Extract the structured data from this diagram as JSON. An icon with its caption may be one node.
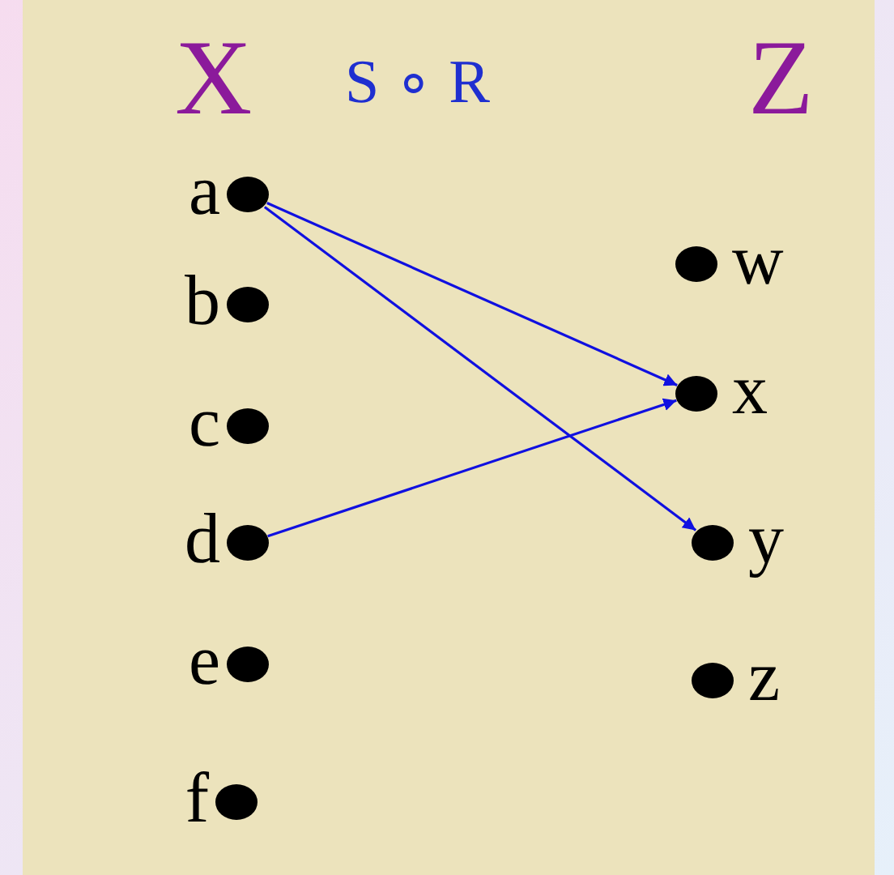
{
  "diagram": {
    "nodes": [
      {
        "text": [],
        "shape": "circle",
        "beside": [
          "a"
        ]
      },
      {
        "text": [],
        "shape": "circle",
        "beside": [
          "b"
        ]
      },
      {
        "text": [],
        "shape": "circle",
        "beside": [
          "c"
        ]
      },
      {
        "text": [],
        "shape": "circle",
        "beside": [
          "d"
        ]
      },
      {
        "text": [],
        "shape": "circle",
        "beside": [
          "e"
        ]
      },
      {
        "text": [],
        "shape": "circle",
        "beside": [
          "f"
        ]
      },
      {
        "text": [],
        "shape": "circle",
        "beside": [
          "w"
        ]
      },
      {
        "text": [],
        "shape": "circle",
        "beside": [
          "x"
        ]
      },
      {
        "text": [],
        "shape": "circle",
        "beside": [
          "y"
        ]
      },
      {
        "text": [],
        "shape": "circle",
        "beside": [
          "z"
        ]
      }
    ],
    "edges": [
      {
        "from": 0,
        "to": 7,
        "arrow": "to"
      },
      {
        "from": 0,
        "to": 8,
        "arrow": "to"
      },
      {
        "from": 3,
        "to": 7,
        "arrow": "to"
      }
    ],
    "labels": [
      "X",
      "S ∘ R",
      "Z"
    ]
  }
}
